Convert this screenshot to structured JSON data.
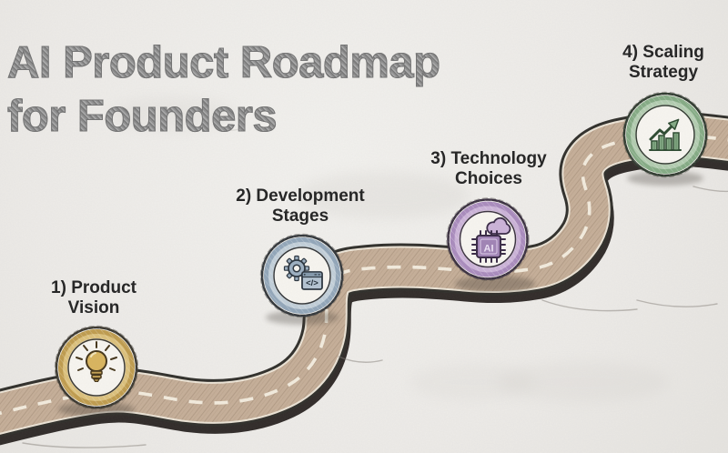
{
  "title": {
    "line1": "AI Product Roadmap",
    "line2": "for Founders"
  },
  "milestones": [
    {
      "label_line1": "1) Product",
      "label_line2": "Vision",
      "icon": "lightbulb-icon",
      "ring_color": "#bf9c4f",
      "ring_color_light": "#dcc17c",
      "icon_color": "#d9b55f"
    },
    {
      "label_line1": "2) Development",
      "label_line2": "Stages",
      "icon": "gear-code-window-icon",
      "ring_color": "#93a7ba",
      "ring_color_light": "#c2cfd9",
      "icon_color": "#9db0c2",
      "icon_text": "</>"
    },
    {
      "label_line1": "3) Technology",
      "label_line2": "Choices",
      "icon": "ai-chip-cloud-icon",
      "ring_color": "#a98bbd",
      "ring_color_light": "#cbb3d8",
      "icon_color": "#a083b5",
      "icon_text": "AI"
    },
    {
      "label_line1": "4) Scaling",
      "label_line2": "Strategy",
      "icon": "growth-chart-arrow-icon",
      "ring_color": "#85ab85",
      "ring_color_light": "#b2ccb0",
      "icon_color": "#84aa85"
    }
  ],
  "road": {
    "surface_color": "#c6af99",
    "outline_color": "#31302c",
    "edge_light_color": "#ece4d6",
    "dash_color": "#f5efe2",
    "underside_color": "#272220"
  },
  "canvas": {
    "background_color": "#efedea"
  }
}
